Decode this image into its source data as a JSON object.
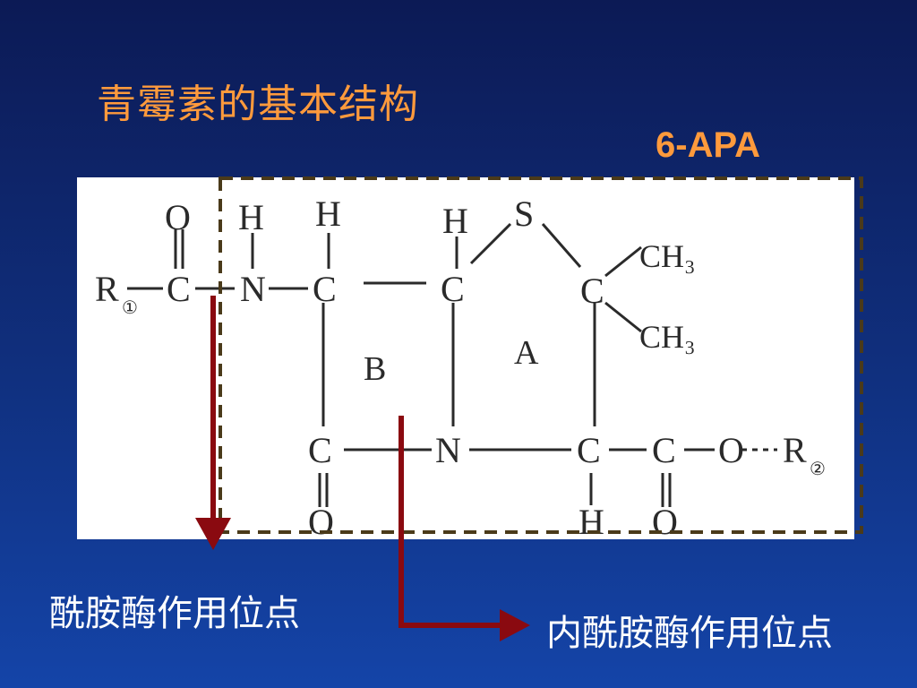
{
  "title": "青霉素的基本结构",
  "label_6apa": "6-APA",
  "structure": {
    "R1": "R",
    "R1_sub": "①",
    "R2": "R",
    "R2_sub": "②",
    "O": "O",
    "C": "C",
    "N": "N",
    "H": "H",
    "S": "S",
    "CH3": "CH₃",
    "ring_A": "A",
    "ring_B": "B"
  },
  "labels": {
    "amidase_site": "酰胺酶作用位点",
    "lactamase_site": "内酰胺酶作用位点"
  },
  "colors": {
    "title": "#ff9a3c",
    "arrow": "#8a0a10",
    "dashed_box": "#4a3a1a"
  }
}
